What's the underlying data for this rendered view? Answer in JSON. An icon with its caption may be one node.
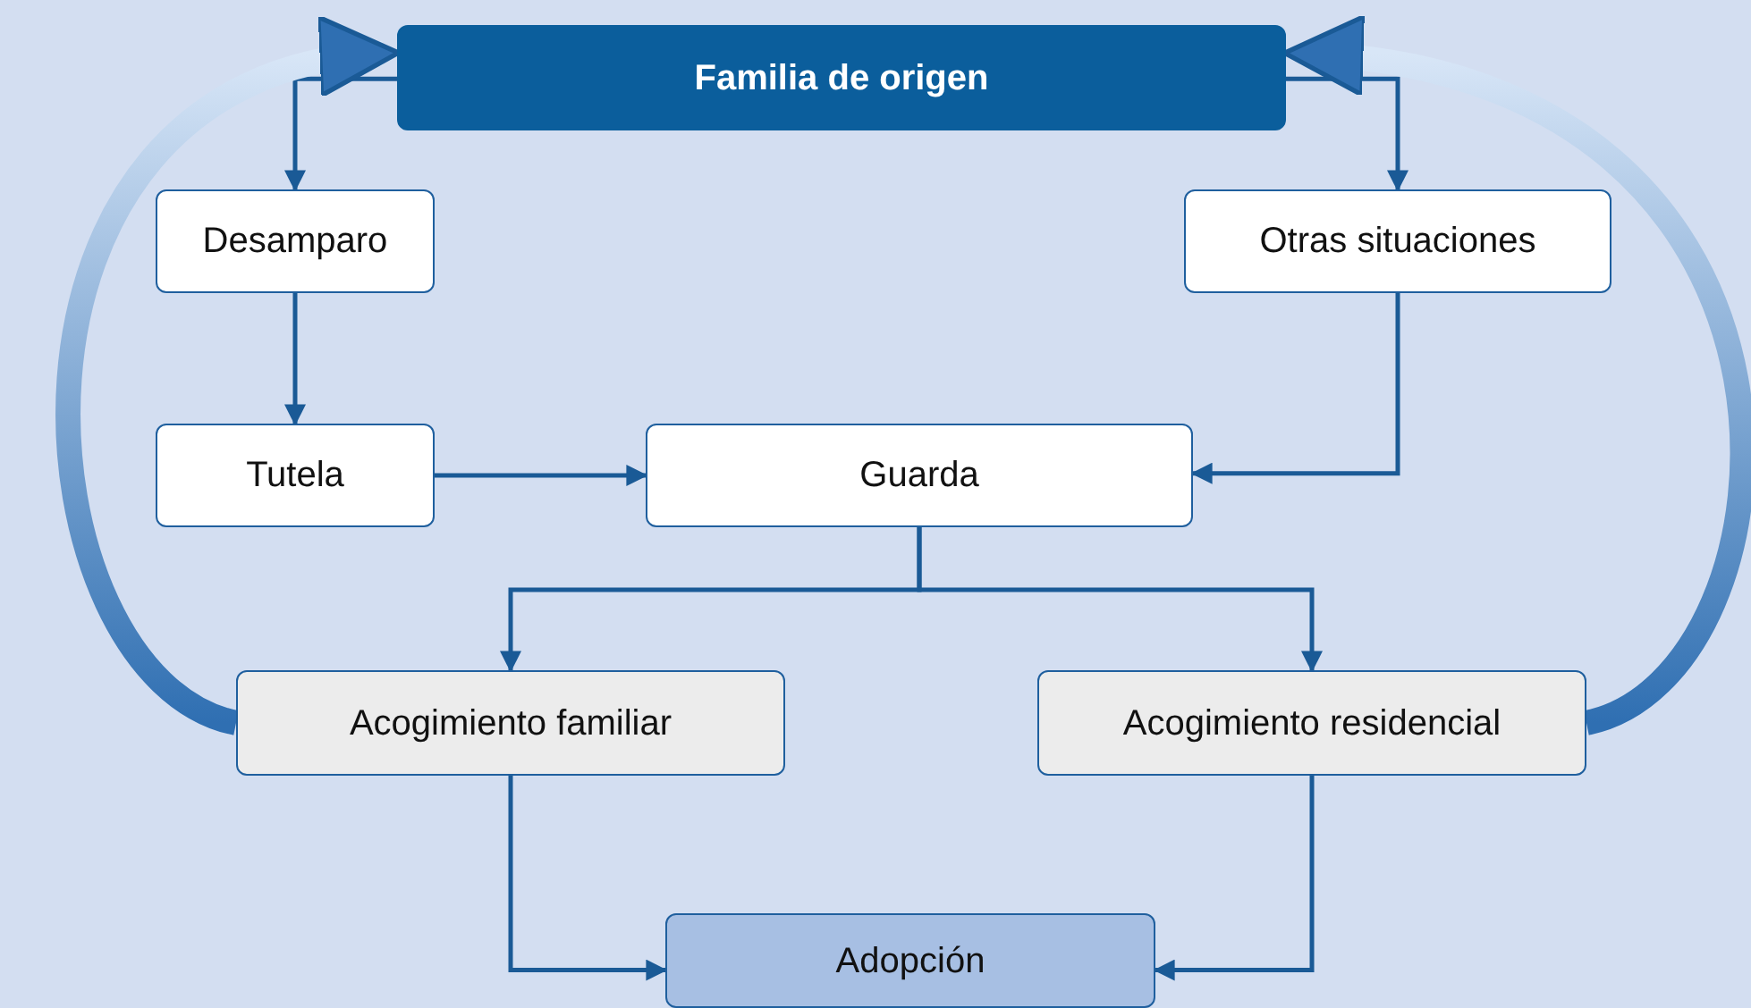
{
  "diagram": {
    "nodes": [
      {
        "text": [
          "Familia de origen"
        ]
      },
      {
        "text": [
          "Desamparo"
        ]
      },
      {
        "text": [
          "Otras situaciones"
        ]
      },
      {
        "text": [
          "Tutela"
        ]
      },
      {
        "text": [
          "Guarda"
        ]
      },
      {
        "text": [
          "Acogimiento familiar"
        ]
      },
      {
        "text": [
          "Acogimiento residencial"
        ]
      },
      {
        "text": [
          "Adopción"
        ]
      }
    ],
    "edges": [
      {
        "from": 0,
        "to": 1,
        "arrow": "to"
      },
      {
        "from": 0,
        "to": 2,
        "arrow": "to"
      },
      {
        "from": 1,
        "to": 3,
        "arrow": "to"
      },
      {
        "from": 3,
        "to": 4,
        "arrow": "to"
      },
      {
        "from": 2,
        "to": 4,
        "arrow": "to"
      },
      {
        "from": 4,
        "to": 5,
        "arrow": "to"
      },
      {
        "from": 4,
        "to": 6,
        "arrow": "to"
      },
      {
        "from": 5,
        "to": 7,
        "arrow": "to"
      },
      {
        "from": 6,
        "to": 7,
        "arrow": "to"
      },
      {
        "from": 5,
        "to": 0,
        "arrow": "to",
        "style": "thick"
      },
      {
        "from": 6,
        "to": 0,
        "arrow": "to",
        "style": "thick"
      }
    ]
  }
}
